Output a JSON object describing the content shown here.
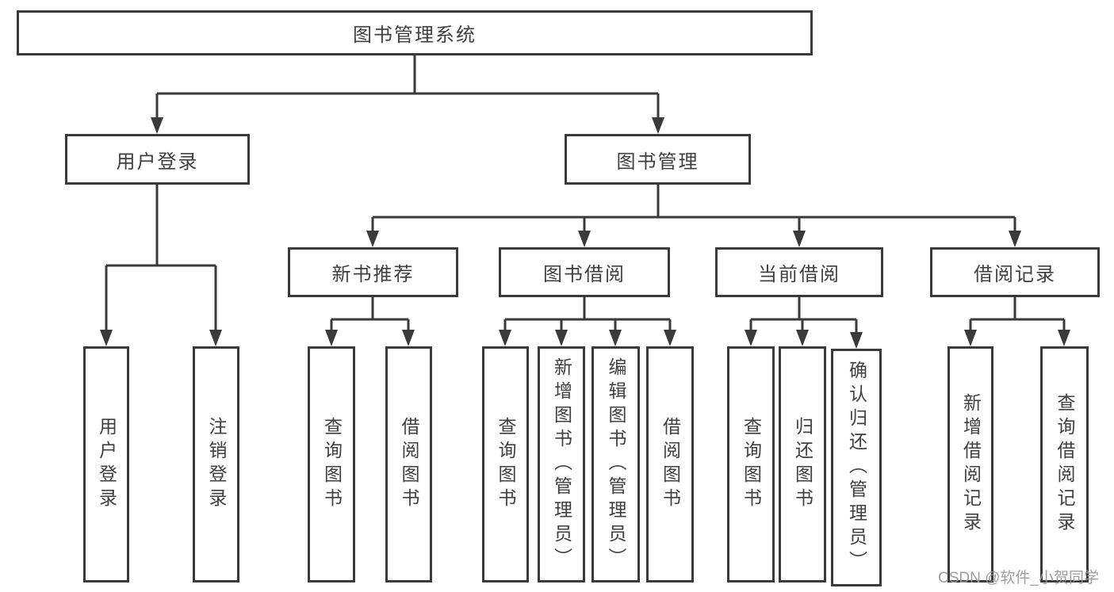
{
  "diagram": {
    "type": "hierarchy-tree",
    "title": "图书管理系统",
    "structure": {
      "图书管理系统": {
        "用户登录": [
          "用户登录",
          "注销登录"
        ],
        "图书管理": {
          "新书推荐": [
            "查询图书",
            "借阅图书"
          ],
          "图书借阅": [
            "查询图书",
            "新增图书（管理员）",
            "编辑图书（管理员）",
            "借阅图书"
          ],
          "当前借阅": [
            "查询图书",
            "归还图书",
            "确认归还（管理员）"
          ],
          "借阅记录": [
            "新增借阅记录",
            "查询借阅记录"
          ]
        }
      }
    }
  },
  "nodes": {
    "root": "图书管理系统",
    "user_login": "用户登录",
    "book_mgmt": "图书管理",
    "new_book": "新书推荐",
    "book_borrow": "图书借阅",
    "current_borrow": "当前借阅",
    "borrow_record": "借阅记录",
    "leaf_user_login": "用户登录",
    "leaf_logout": "注销登录",
    "leaf_nb_query": "查询图书",
    "leaf_nb_borrow": "借阅图书",
    "leaf_bb_query": "查询图书",
    "leaf_bb_add": "新增图书（管理员）",
    "leaf_bb_edit": "编辑图书（管理员）",
    "leaf_bb_borrow": "借阅图书",
    "leaf_cb_query": "查询图书",
    "leaf_cb_return": "归还图书",
    "leaf_cb_confirm": "确认归还（管理员）",
    "leaf_br_add": "新增借阅记录",
    "leaf_br_query": "查询借阅记录"
  },
  "watermark": "CSDN @软件_小贺同学",
  "colors": {
    "line": "#3a3a3a",
    "box_border": "#3a3a3a",
    "text": "#3f3f3f",
    "watermark": "#989898",
    "background": "#ffffff"
  }
}
